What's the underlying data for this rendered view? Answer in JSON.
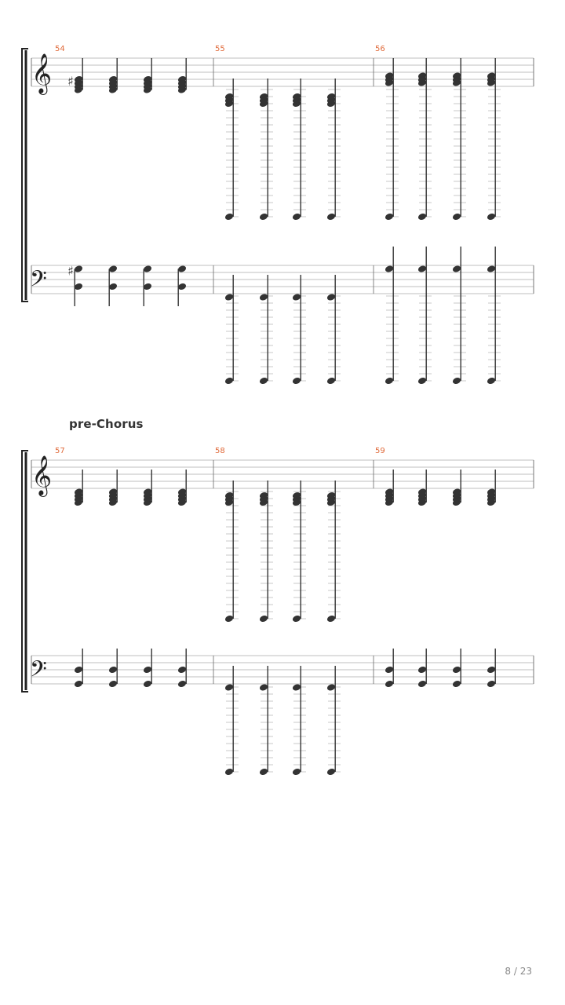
{
  "page": {
    "number": "8 / 23"
  },
  "colors": {
    "staff_line": "#aaaaaa",
    "note": "#333333",
    "measure_number": "#e06a3a",
    "brace": "#222222"
  },
  "systems": [
    {
      "section_label": "",
      "measures": [
        "54",
        "55",
        "56"
      ],
      "treble_clef": "treble-clef-icon",
      "bass_clef": "bass-clef-icon"
    },
    {
      "section_label": "pre-Chorus",
      "measures": [
        "57",
        "58",
        "59"
      ],
      "treble_clef": "treble-clef-icon",
      "bass_clef": "bass-clef-icon"
    }
  ]
}
